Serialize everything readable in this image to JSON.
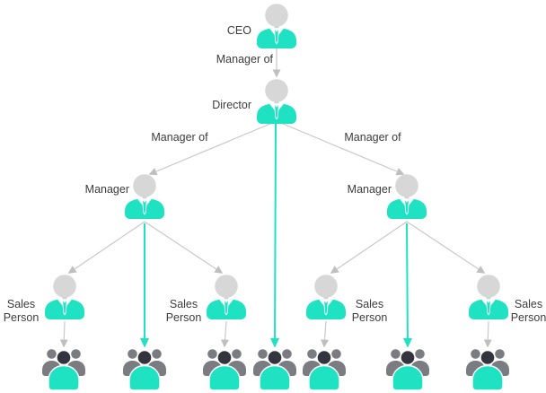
{
  "diagram": {
    "type": "org-chart",
    "levels": [
      "CEO",
      "Director",
      "Manager",
      "Sales Person",
      "Team"
    ]
  },
  "nodes": {
    "ceo": {
      "label": "CEO",
      "icon": "person-icon"
    },
    "director": {
      "label": "Director",
      "icon": "person-icon"
    },
    "manager_left": {
      "label": "Manager",
      "icon": "person-icon"
    },
    "manager_right": {
      "label": "Manager",
      "icon": "person-icon"
    },
    "sales_person_1": {
      "label": "Sales Person",
      "icon": "person-icon"
    },
    "sales_person_2": {
      "label": "Sales Person",
      "icon": "person-icon"
    },
    "sales_person_3": {
      "label": "Sales Person",
      "icon": "person-icon"
    },
    "sales_person_4": {
      "label": "Sales Person",
      "icon": "person-icon"
    }
  },
  "teams": {
    "count": 7,
    "icon": "people-group-icon",
    "labels": [
      "",
      "",
      "",
      "",
      "",
      "",
      ""
    ]
  },
  "edges": {
    "ceo_director": {
      "label": "Manager of",
      "color": "gray"
    },
    "director_manager_left": {
      "label": "Manager of",
      "color": "gray"
    },
    "director_manager_right": {
      "label": "Manager of",
      "color": "gray"
    },
    "director_team_4": {
      "color": "teal"
    },
    "manager_left_sales_person_1": {
      "color": "gray"
    },
    "manager_left_sales_person_2": {
      "color": "gray"
    },
    "manager_left_team_2": {
      "color": "teal"
    },
    "manager_right_sales_person_3": {
      "color": "gray"
    },
    "manager_right_sales_person_4": {
      "color": "gray"
    },
    "manager_right_team_6": {
      "color": "teal"
    },
    "sales_person_1_team_1": {
      "color": "gray"
    },
    "sales_person_2_team_3": {
      "color": "gray"
    },
    "sales_person_3_team_5": {
      "color": "gray"
    },
    "sales_person_4_team_7": {
      "color": "gray"
    }
  },
  "colors": {
    "accent_teal": "#1FE2C3",
    "person_head_gray": "#D7D7D7",
    "group_member_gray": "#7B7B82",
    "group_center_dark": "#34343E",
    "edge_gray": "#C9C9C9",
    "label_text": "#3C3C3C",
    "background": "#FFFFFF"
  }
}
